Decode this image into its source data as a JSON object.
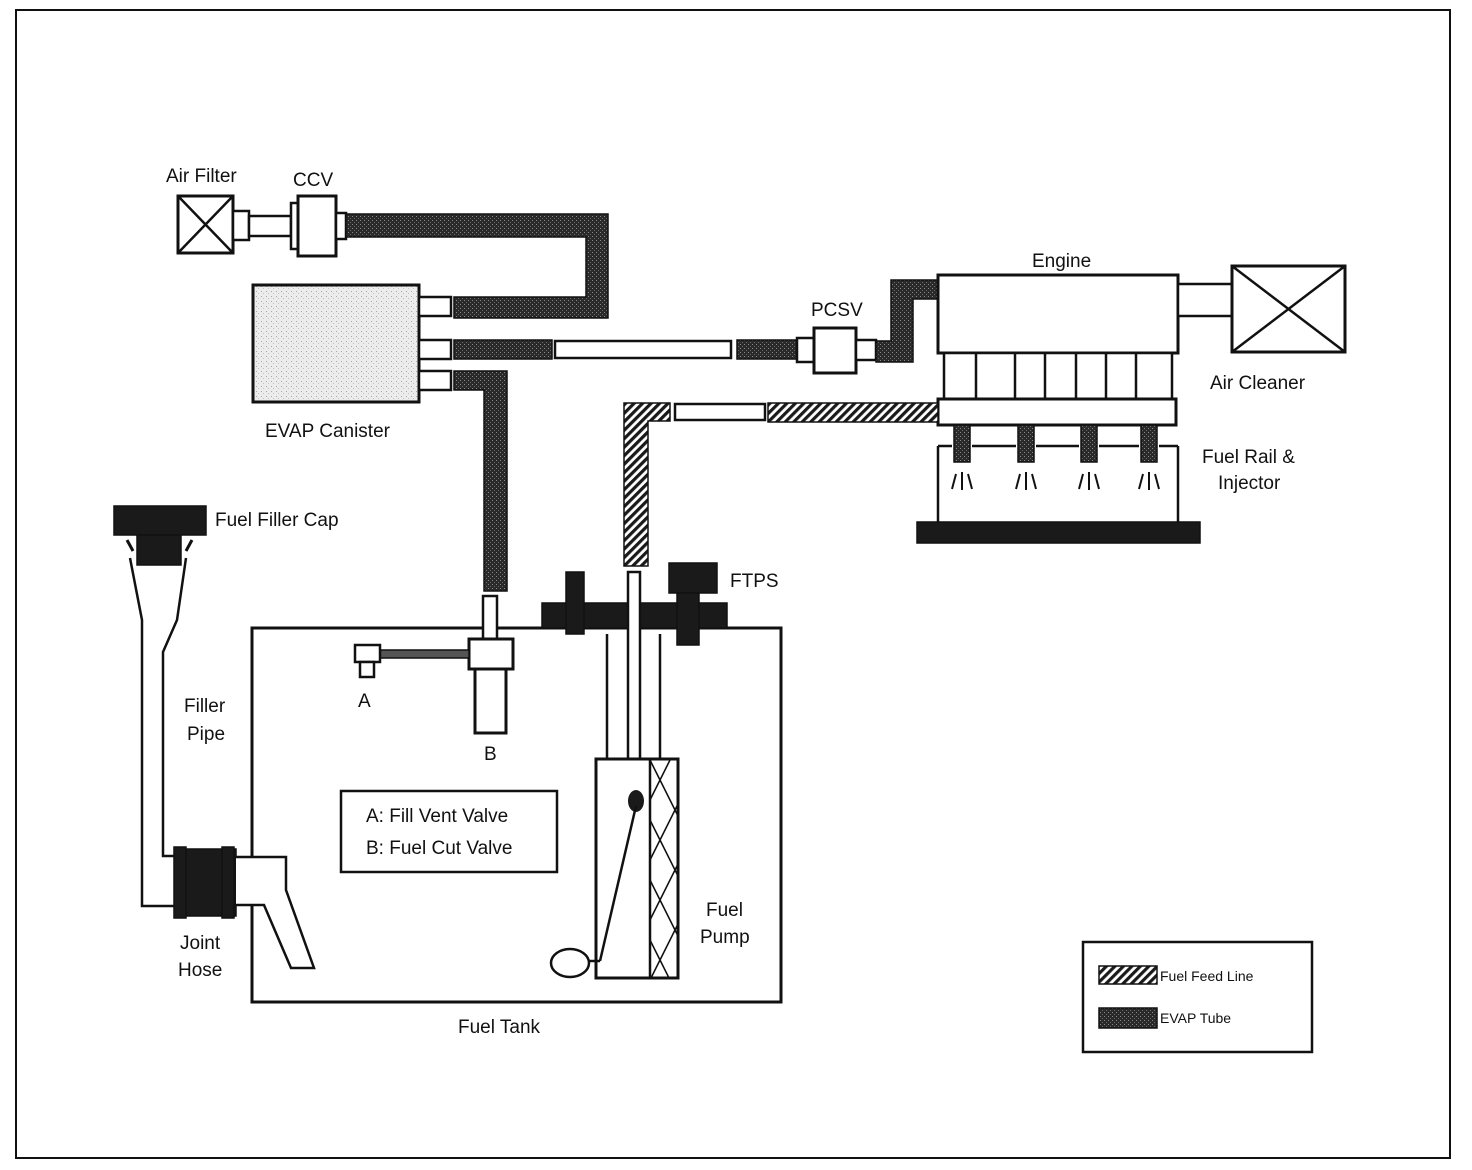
{
  "colors": {
    "line": "#111111",
    "evap_tube": "#2e2e2e",
    "canister_fill": "#e9e9e9",
    "background": "#ffffff"
  },
  "labels": {
    "air_filter": "Air Filter",
    "ccv": "CCV",
    "evap_canister": "EVAP Canister",
    "engine": "Engine",
    "pcsv": "PCSV",
    "air_cleaner": "Air Cleaner",
    "fuel_rail_line1": "Fuel Rail &",
    "fuel_rail_line2": "Injector",
    "fuel_filler_cap": "Fuel Filler Cap",
    "ftps": "FTPS",
    "filler_pipe_line1": "Filler",
    "filler_pipe_line2": "Pipe",
    "valve_a": "A",
    "valve_b": "B",
    "fuel_pump_line1": "Fuel",
    "fuel_pump_line2": "Pump",
    "joint_hose_line1": "Joint",
    "joint_hose_line2": "Hose",
    "fuel_tank": "Fuel Tank"
  },
  "valve_key": {
    "line1": "A: Fill Vent Valve",
    "line2": "B: Fuel Cut Valve"
  },
  "legend": {
    "fuel_feed_line": "Fuel Feed Line",
    "evap_tube": "EVAP Tube"
  }
}
